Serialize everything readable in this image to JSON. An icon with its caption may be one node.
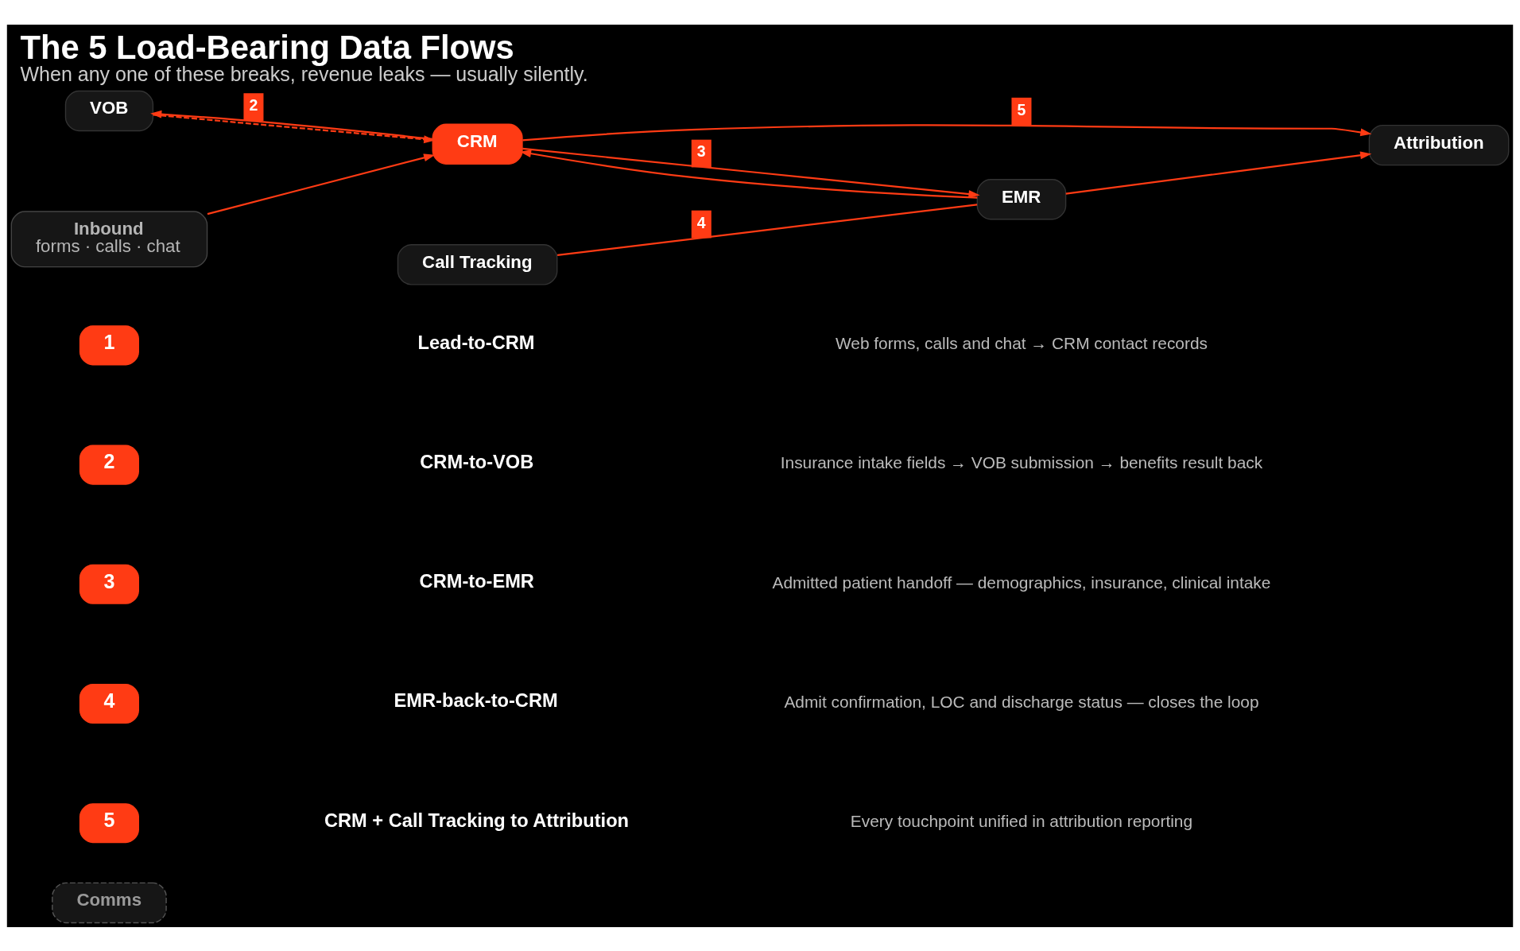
{
  "diagram": {
    "title": "The 5 Load-Bearing Data Flows",
    "caption": "When any one of these breaks, revenue leaks — usually silently.",
    "nodes": [
      {
        "text": [
          "Comms"
        ]
      },
      {
        "text": [
          "VOB"
        ]
      },
      {
        "text": [
          "Inbound",
          "forms · calls · chat"
        ]
      },
      {
        "text": [
          "CRM"
        ]
      },
      {
        "text": [
          "Attribution"
        ]
      },
      {
        "text": [
          "EMR"
        ]
      },
      {
        "text": [
          "Call Tracking"
        ]
      }
    ],
    "edges": [
      {
        "from": 2,
        "to": 3,
        "arrow": "to"
      },
      {
        "from": 3,
        "to": 1,
        "arrow": "to",
        "label": "2"
      },
      {
        "from": 1,
        "to": 3,
        "arrow": "to",
        "style": "dashed"
      },
      {
        "from": 3,
        "to": 4,
        "arrow": "to",
        "label": "5"
      },
      {
        "from": 3,
        "to": 5,
        "arrow": "to",
        "label": "3"
      },
      {
        "from": 5,
        "to": 3,
        "arrow": "to"
      },
      {
        "from": 6,
        "to": 5,
        "arrow": "none",
        "label": "4"
      },
      {
        "from": 5,
        "to": 4,
        "arrow": "to"
      }
    ],
    "labels": [
      "1",
      "Lead-to-CRM",
      "Web forms, calls and chat → CRM contact records",
      "2",
      "CRM-to-VOB",
      "Insurance intake fields → VOB submission → benefits result back",
      "3",
      "CRM-to-EMR",
      "Admitted patient handoff — demographics, insurance, clinical intake",
      "4",
      "EMR-back-to-CRM",
      "Admit confirmation, LOC and discharge status — closes the loop",
      "5",
      "CRM + Call Tracking to Attribution",
      "Every touchpoint unified in attribution reporting"
    ]
  }
}
